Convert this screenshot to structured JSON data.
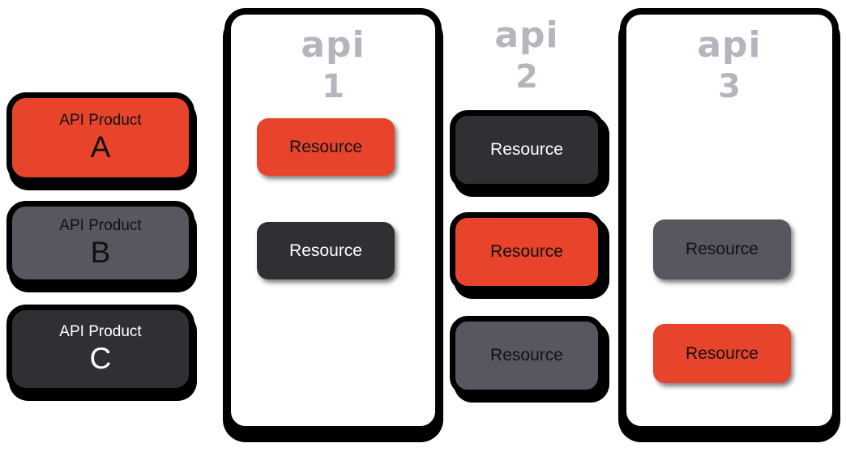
{
  "colors": {
    "accent_red": "#E8432B",
    "mid_gray": "#56575F",
    "dark_gray": "#2F3033",
    "api_label_gray": "#B4B6BD",
    "outline_black": "#000000",
    "background": "#FFFFFF"
  },
  "products": [
    {
      "label": "API Product",
      "letter": "A",
      "color": "#E8432B"
    },
    {
      "label": "API Product",
      "letter": "B",
      "color": "#56575F"
    },
    {
      "label": "API Product",
      "letter": "C",
      "color": "#2F3033"
    }
  ],
  "apis": [
    {
      "name": "api",
      "number": "1",
      "boxed": true,
      "resources": [
        {
          "label": "Resource",
          "color": "#E8432B"
        },
        {
          "label": "Resource",
          "color": "#2F3033"
        }
      ]
    },
    {
      "name": "api",
      "number": "2",
      "boxed": false,
      "resources": [
        {
          "label": "Resource",
          "color": "#2F3033"
        },
        {
          "label": "Resource",
          "color": "#E8432B"
        },
        {
          "label": "Resource",
          "color": "#56575F"
        }
      ]
    },
    {
      "name": "api",
      "number": "3",
      "boxed": true,
      "resources": [
        {
          "label": "Resource",
          "color": "#56575F"
        },
        {
          "label": "Resource",
          "color": "#E8432B"
        }
      ]
    }
  ]
}
